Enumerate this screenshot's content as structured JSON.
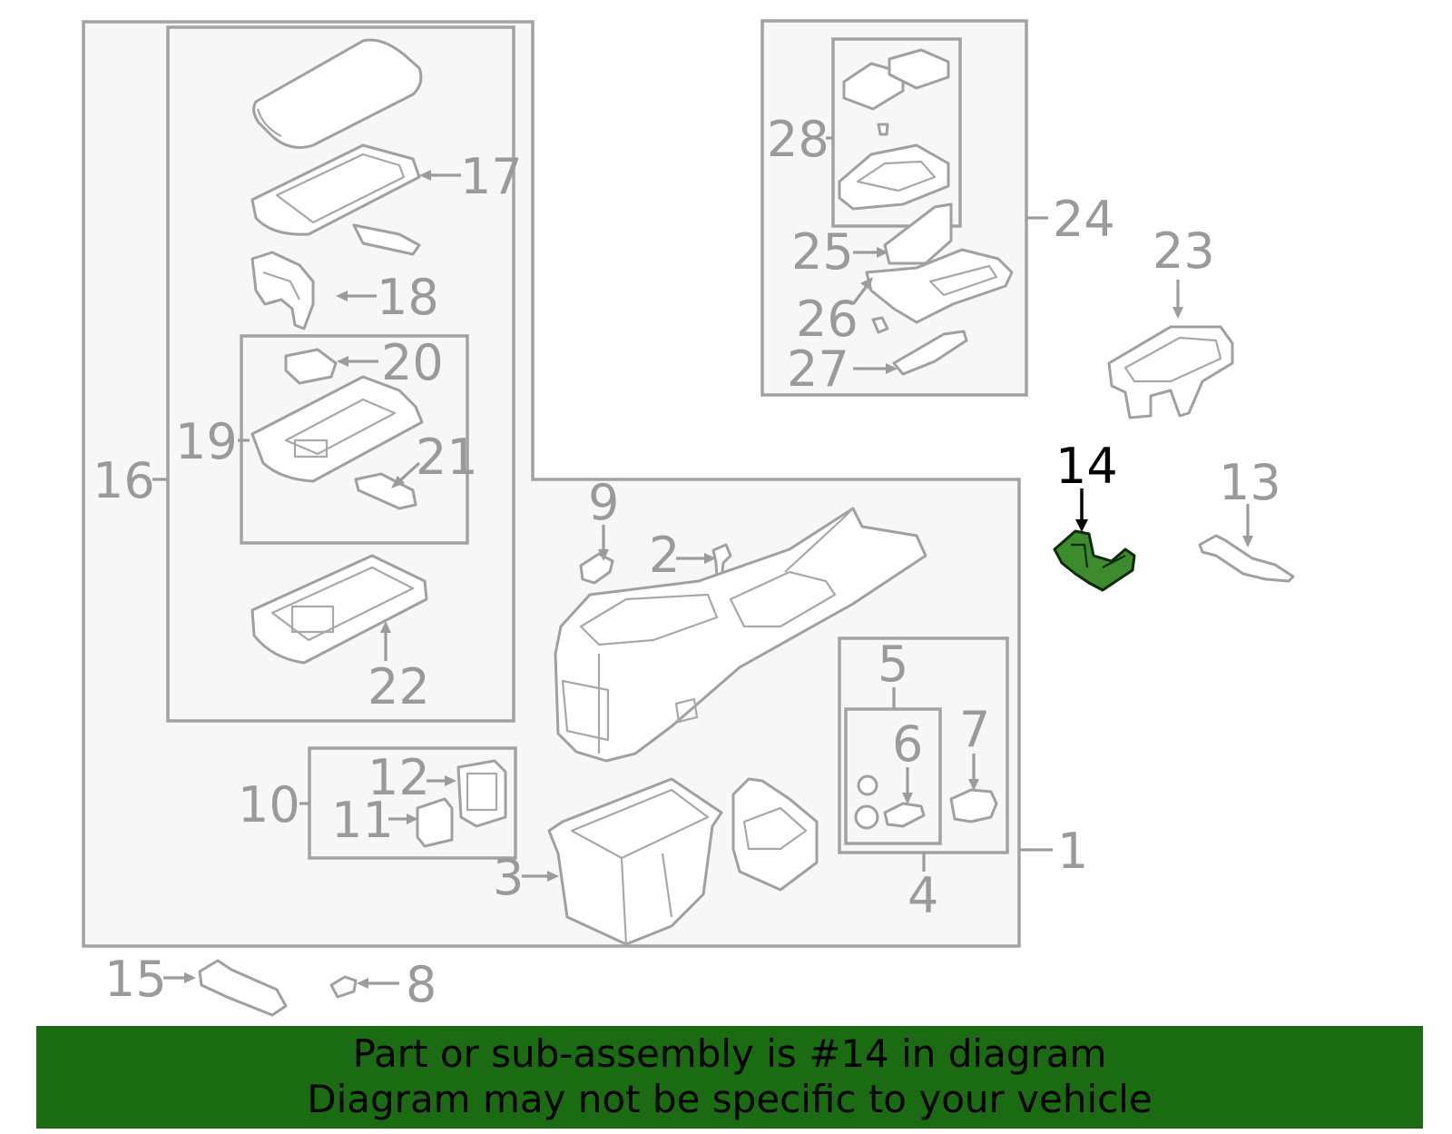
{
  "callouts": {
    "c1": "1",
    "c2": "2",
    "c3": "3",
    "c4": "4",
    "c5": "5",
    "c6": "6",
    "c7": "7",
    "c8": "8",
    "c9": "9",
    "c10": "10",
    "c11": "11",
    "c12": "12",
    "c13": "13",
    "c14": "14",
    "c15": "15",
    "c16": "16",
    "c17": "17",
    "c18": "18",
    "c19": "19",
    "c20": "20",
    "c21": "21",
    "c22": "22",
    "c23": "23",
    "c24": "24",
    "c25": "25",
    "c26": "26",
    "c27": "27",
    "c28": "28"
  },
  "highlight": {
    "part_number": "14",
    "color": "#3d8b2c",
    "callout_color": "#000000"
  },
  "footer": {
    "line1": "Part or sub-assembly is #14 in diagram",
    "line2": "Diagram may not be specific to your vehicle",
    "background": "#1a6b12"
  },
  "colors": {
    "line": "#a2a2a2",
    "callout": "#9a9a9a",
    "panel": "#f7f7f7"
  }
}
